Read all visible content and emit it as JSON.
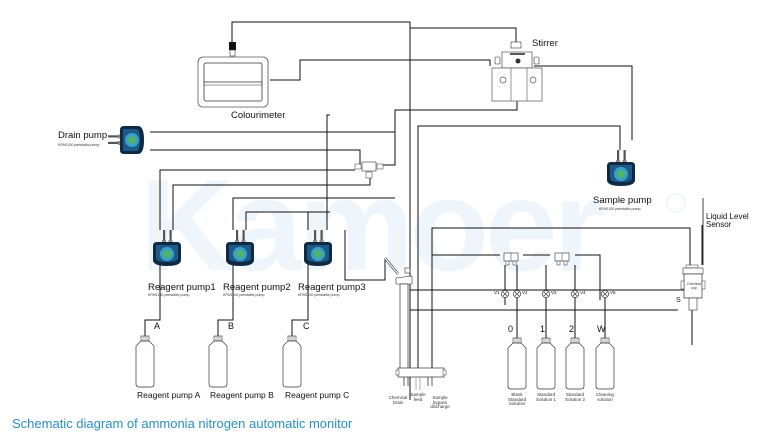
{
  "title": "Schematic diagram of ammonia nitrogen automatic monitor",
  "watermark": "Kamoer",
  "colors": {
    "caption": "#2a8fc4",
    "line": "#111111",
    "pump_body": "#0f2a44",
    "pump_rotor": "#3aa0c8",
    "watermark": "#eef5fb"
  },
  "components": {
    "colourimeter": {
      "label": "Colourimeter"
    },
    "stirrer": {
      "label": "Stirrer"
    },
    "drain_pump": {
      "label": "Drain pump",
      "model": "KPAS100 peristaltic pump"
    },
    "sample_pump": {
      "label": "Sample pump",
      "model": "KPAS100 peristaltic pump"
    },
    "reagent_pumps": [
      {
        "label": "Reagent pump1",
        "model": "KPAS100 peristaltic pump",
        "line": "A",
        "bottle": "Reagent pump A"
      },
      {
        "label": "Reagent pump2",
        "model": "KPAS100 peristaltic pump",
        "line": "B",
        "bottle": "Reagent pump B"
      },
      {
        "label": "Reagent pump3",
        "model": "KPAS100 peristaltic pump",
        "line": "C",
        "bottle": "Reagent pump C"
      }
    ],
    "liquid_level_sensor": {
      "label_line1": "Liquid Level",
      "label_line2": "Sensor"
    },
    "overflow_cup": {
      "label": "Overflow cup",
      "port": "S"
    },
    "manifold": {
      "ports": [
        {
          "label": "Chemical Drain"
        },
        {
          "label": "Sample feed"
        },
        {
          "label": "Sample bypass discharge"
        }
      ]
    },
    "valves": [
      {
        "label": "V1"
      },
      {
        "label": "V2"
      },
      {
        "label": "V3"
      },
      {
        "label": "V4"
      },
      {
        "label": "V5"
      }
    ],
    "solution_bottles": [
      {
        "line": "0",
        "label": "Blank Standard Solution"
      },
      {
        "line": "1",
        "label": "Standard Solution 1"
      },
      {
        "line": "2",
        "label": "Standard Solution 2"
      },
      {
        "line": "W",
        "label": "Cleaning solution"
      }
    ]
  }
}
